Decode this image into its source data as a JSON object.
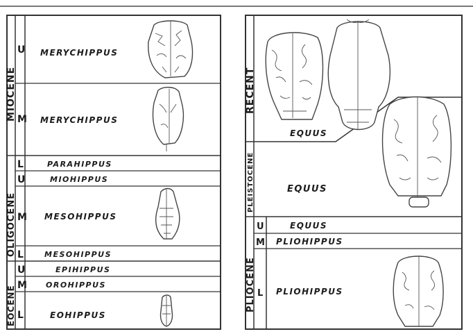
{
  "left_panel": {
    "epochs": [
      "MIOCENE",
      "OLIGOCENE",
      "EOCENE"
    ],
    "rows": [
      {
        "sub": "U",
        "genus": "MERYCHIPPUS"
      },
      {
        "sub": "M",
        "genus": "MERYCHIPPUS"
      },
      {
        "sub": "L",
        "genus": "PARAHIPPUS"
      },
      {
        "sub": "U",
        "genus": "MIOHIPPUS"
      },
      {
        "sub": "M",
        "genus": "MESOHIPPUS"
      },
      {
        "sub": "L",
        "genus": "MESOHIPPUS"
      },
      {
        "sub": "U",
        "genus": "EPIHIPPUS"
      },
      {
        "sub": "M",
        "genus": "OROHIPPUS"
      },
      {
        "sub": "L",
        "genus": "EOHIPPUS"
      }
    ]
  },
  "right_panel": {
    "epochs": [
      "RECENT",
      "PLEISTOCENE",
      "PLIOCENE"
    ],
    "rows": [
      {
        "sub": "",
        "genus": "EQUUS"
      },
      {
        "sub": "",
        "genus": "EQUUS"
      },
      {
        "sub": "U",
        "genus": "EQUUS"
      },
      {
        "sub": "M",
        "genus": "PLIOHIPPUS"
      },
      {
        "sub": "L",
        "genus": "PLIOHIPPUS"
      }
    ]
  }
}
